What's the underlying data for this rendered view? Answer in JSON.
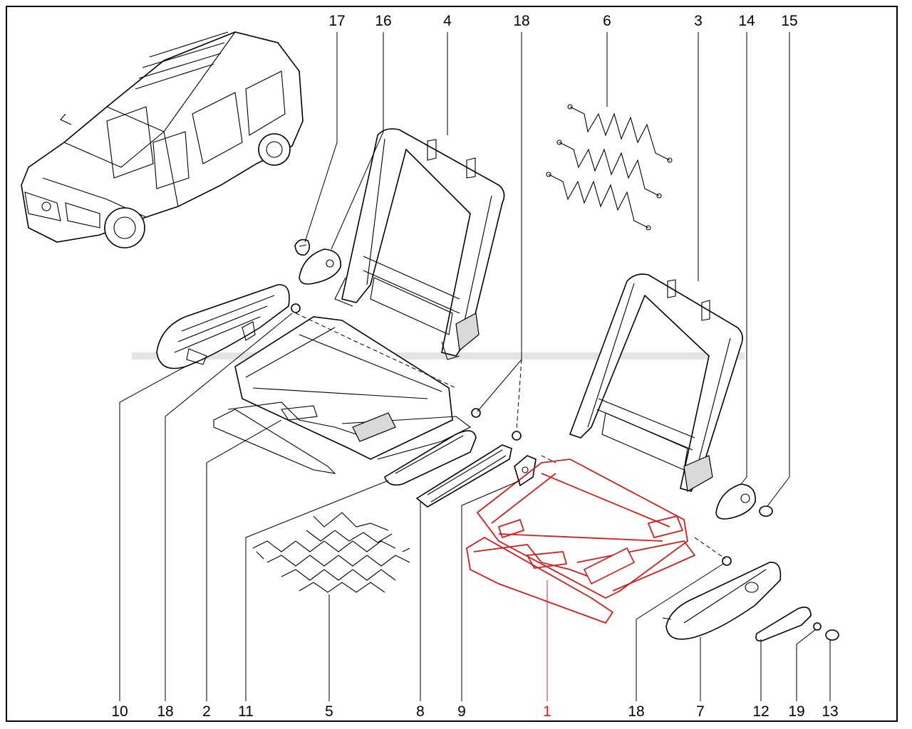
{
  "callouts": [
    {
      "id": "c17",
      "text": "17"
    },
    {
      "id": "c16",
      "text": "16"
    },
    {
      "id": "c4",
      "text": "4"
    },
    {
      "id": "c18a",
      "text": "18"
    },
    {
      "id": "c6",
      "text": "6"
    },
    {
      "id": "c3",
      "text": "3"
    },
    {
      "id": "c14",
      "text": "14"
    },
    {
      "id": "c15",
      "text": "15"
    },
    {
      "id": "c10",
      "text": "10"
    },
    {
      "id": "c18b",
      "text": "18"
    },
    {
      "id": "c2",
      "text": "2"
    },
    {
      "id": "c11",
      "text": "11"
    },
    {
      "id": "c5",
      "text": "5"
    },
    {
      "id": "c8",
      "text": "8"
    },
    {
      "id": "c9",
      "text": "9"
    },
    {
      "id": "c1",
      "text": "1"
    },
    {
      "id": "c18c",
      "text": "18"
    },
    {
      "id": "c7",
      "text": "7"
    },
    {
      "id": "c12",
      "text": "12"
    },
    {
      "id": "c19",
      "text": "19"
    },
    {
      "id": "c13",
      "text": "13"
    }
  ],
  "colors": {
    "line": "#000000",
    "highlight": "#d61c1c",
    "background": "#ffffff"
  }
}
